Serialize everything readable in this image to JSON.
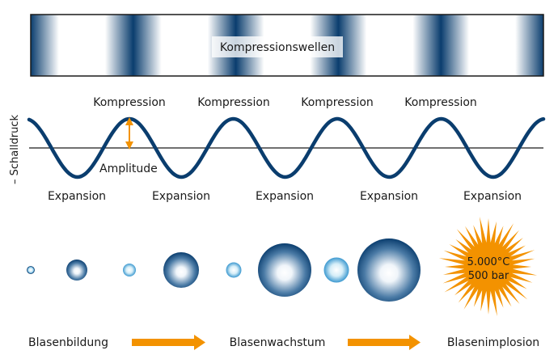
{
  "band": {
    "label": "Kompressionswellen"
  },
  "wave": {
    "ylabel": "– Schalldruck",
    "compression_labels": [
      "Kompression",
      "Kompression",
      "Kompression",
      "Kompression"
    ],
    "expansion_labels": [
      "Expansion",
      "Expansion",
      "Expansion",
      "Expansion",
      "Expansion"
    ],
    "amplitude_label": "Amplitude"
  },
  "bubbles": {
    "implosion_temperature": "5.000°C",
    "implosion_pressure": "500 bar"
  },
  "stages": {
    "formation": "Blasenbildung",
    "growth": "Blasenwachstum",
    "implosion": "Blasenimplosion"
  },
  "colors": {
    "navy": "#0a3d6e",
    "accent": "#f39200",
    "border": "#1a1a1a"
  }
}
